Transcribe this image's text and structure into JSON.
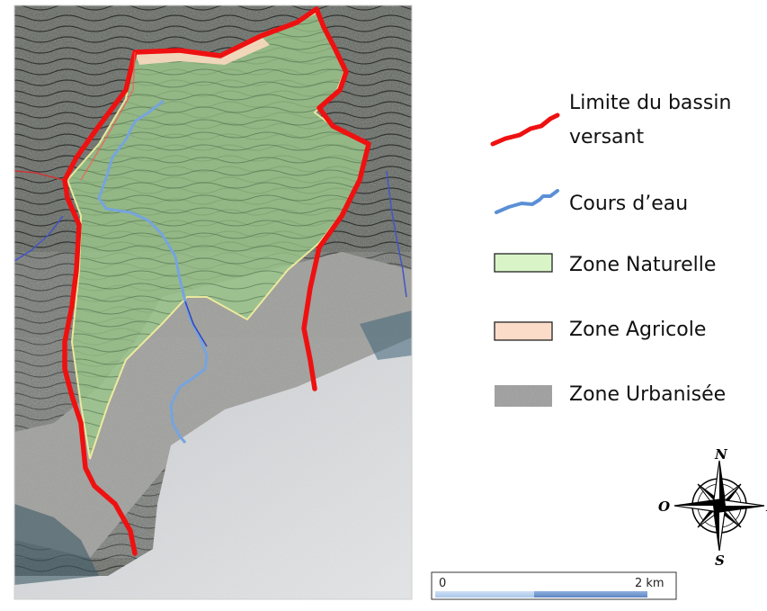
{
  "legend": {
    "items": [
      {
        "key": "basin-limit",
        "label_line1": "Limite du bassin",
        "label_line2": "versant",
        "color": "#ee1111"
      },
      {
        "key": "watercourse",
        "label": "Cours d’eau",
        "color": "#5b8fd6"
      },
      {
        "key": "natural-zone",
        "label": "Zone Naturelle",
        "color": "#d9f5c8"
      },
      {
        "key": "agricultural-zone",
        "label": "Zone Agricole",
        "color": "#fbdcc8"
      },
      {
        "key": "urban-zone",
        "label": "Zone Urbanisée",
        "color": "#9a9a9a"
      }
    ]
  },
  "compass": {
    "north": "N",
    "south": "S",
    "west": "O",
    "east": "E"
  },
  "scale_bar": {
    "start_label": "0",
    "end_label": "2 km"
  }
}
